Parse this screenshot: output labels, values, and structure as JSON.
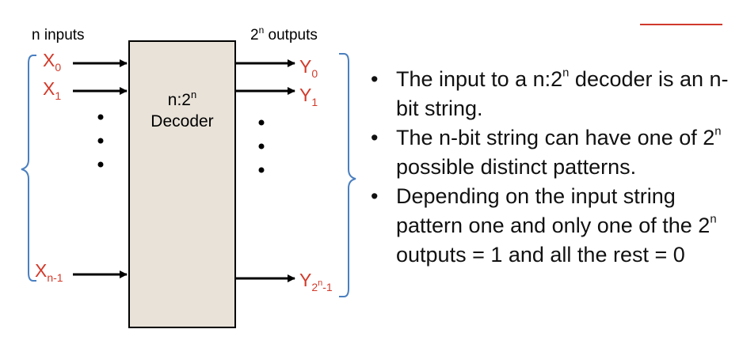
{
  "diagram": {
    "inputs_header": {
      "base": "n inputs"
    },
    "outputs_header": {
      "base": "2",
      "sup": "n",
      "rest": " outputs"
    },
    "decoder_label": {
      "line1_base": "n:2",
      "line1_sup": "n",
      "line2": "Decoder"
    },
    "inputs": [
      {
        "base": "X",
        "sub": "0"
      },
      {
        "base": "X",
        "sub": "1"
      },
      {
        "base": "X",
        "sub": "n-1"
      }
    ],
    "outputs": [
      {
        "base": "Y",
        "sub": "0"
      },
      {
        "base": "Y",
        "sub": "1"
      },
      {
        "base": "Y",
        "sub": "2",
        "sub_sup": "n",
        "sub_rest": "-1"
      }
    ],
    "colors": {
      "signal_label": "#d23a2a",
      "bracket": "#4a7fc0",
      "decoder_fill": "#e8e2d8",
      "accent_line": "#d0392b"
    }
  },
  "bullets": [
    {
      "mark": "•",
      "parts": [
        "The input to a n:2",
        "n",
        " decoder is an n-bit string."
      ]
    },
    {
      "mark": "•",
      "parts": [
        "The n-bit string can have one of 2",
        "n",
        " possible distinct patterns."
      ]
    },
    {
      "mark": "•",
      "parts": [
        "Depending on the input string pattern one and only one of the 2",
        "n",
        " outputs  = 1 and all the rest = 0"
      ]
    }
  ]
}
